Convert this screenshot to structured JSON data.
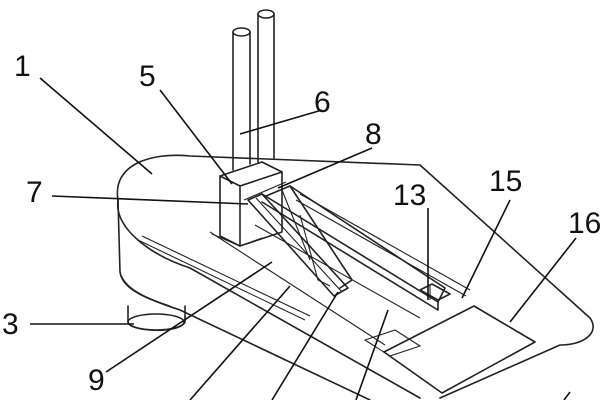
{
  "labels": [
    {
      "id": "1",
      "text": "1"
    },
    {
      "id": "5",
      "text": "5"
    },
    {
      "id": "6",
      "text": "6"
    },
    {
      "id": "8",
      "text": "8"
    },
    {
      "id": "7",
      "text": "7"
    },
    {
      "id": "13",
      "text": "13"
    },
    {
      "id": "15",
      "text": "15"
    },
    {
      "id": "16",
      "text": "16"
    },
    {
      "id": "3",
      "text": "3"
    },
    {
      "id": "9",
      "text": "9"
    }
  ]
}
